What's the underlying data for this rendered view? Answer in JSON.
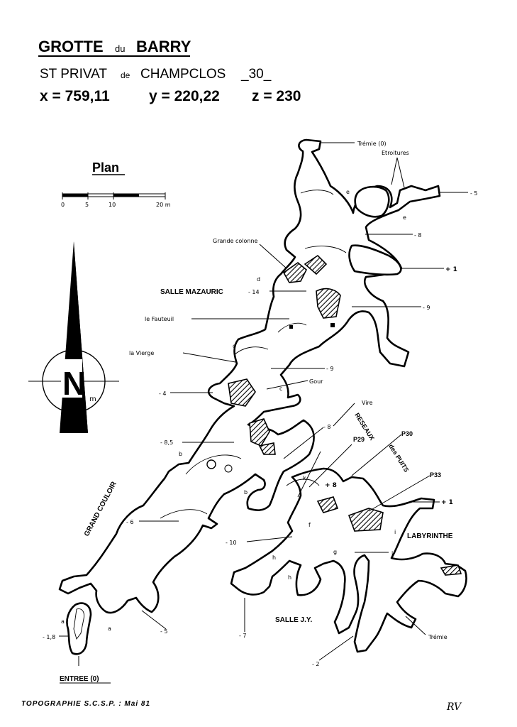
{
  "header": {
    "title_main": "GROTTE",
    "title_small": "du",
    "title_end": "BARRY",
    "line2_a": "ST PRIVAT",
    "line2_small": "de",
    "line2_b": "CHAMPCLOS",
    "line2_num": "_30_",
    "coord_x": "x = 759,11",
    "coord_y": "y = 220,22",
    "coord_z": "z = 230"
  },
  "plan_label": "Plan",
  "scale": {
    "ticks": [
      "0",
      "5",
      "10",
      "20 m"
    ]
  },
  "north": {
    "letter": "N",
    "sub": "m"
  },
  "labels": {
    "tremie0": "Trémie (0)",
    "etroitures": "Etroitures",
    "e1": "e",
    "e2": "e",
    "minus5": "- 5",
    "minus8": "- 8",
    "grande_colonne": "Grande colonne",
    "plus1_top": "+ 1",
    "d1": "d",
    "salle_mazauric": "SALLE MAZAURIC",
    "minus14": "- 14",
    "minus9_right": "- 9",
    "fauteuil": "le Fauteuil",
    "vierge": "la Vierge",
    "c1": "c",
    "c2": "c",
    "minus9_mid": "- 9",
    "gour": "Gour",
    "minus4": "- 4",
    "vire": "Vire",
    "reseaux": "RESEAUX",
    "des_puits": "des PUITS",
    "minus8_mid": "- 8",
    "p29": "P29",
    "p30": "P30",
    "p33": "P33",
    "minus8_5": "- 8,5",
    "b1": "b",
    "b2": "b",
    "grand_couloir": "GRAND COULOIR",
    "k": "k",
    "plus8": "+ 8",
    "plus1_right": "+ 1",
    "labyrinthe": "LABYRINTHE",
    "minus6": "- 6",
    "f": "f",
    "g": "g",
    "i": "i",
    "j": "j",
    "minus10": "- 10",
    "h1": "h",
    "h2": "h",
    "a1": "a",
    "a2": "a",
    "minus5_bottom": "- 5",
    "minus1_8": "- 1,8",
    "minus7": "- 7",
    "salle_jy": "SALLE J.Y.",
    "tremie": "Trémie",
    "minus2": "- 2",
    "entree": "ENTREE (0)"
  },
  "footer": {
    "topographie": "TOPOGRAPHIE S.C.S.P. : Mai 81",
    "signature": "RV"
  }
}
